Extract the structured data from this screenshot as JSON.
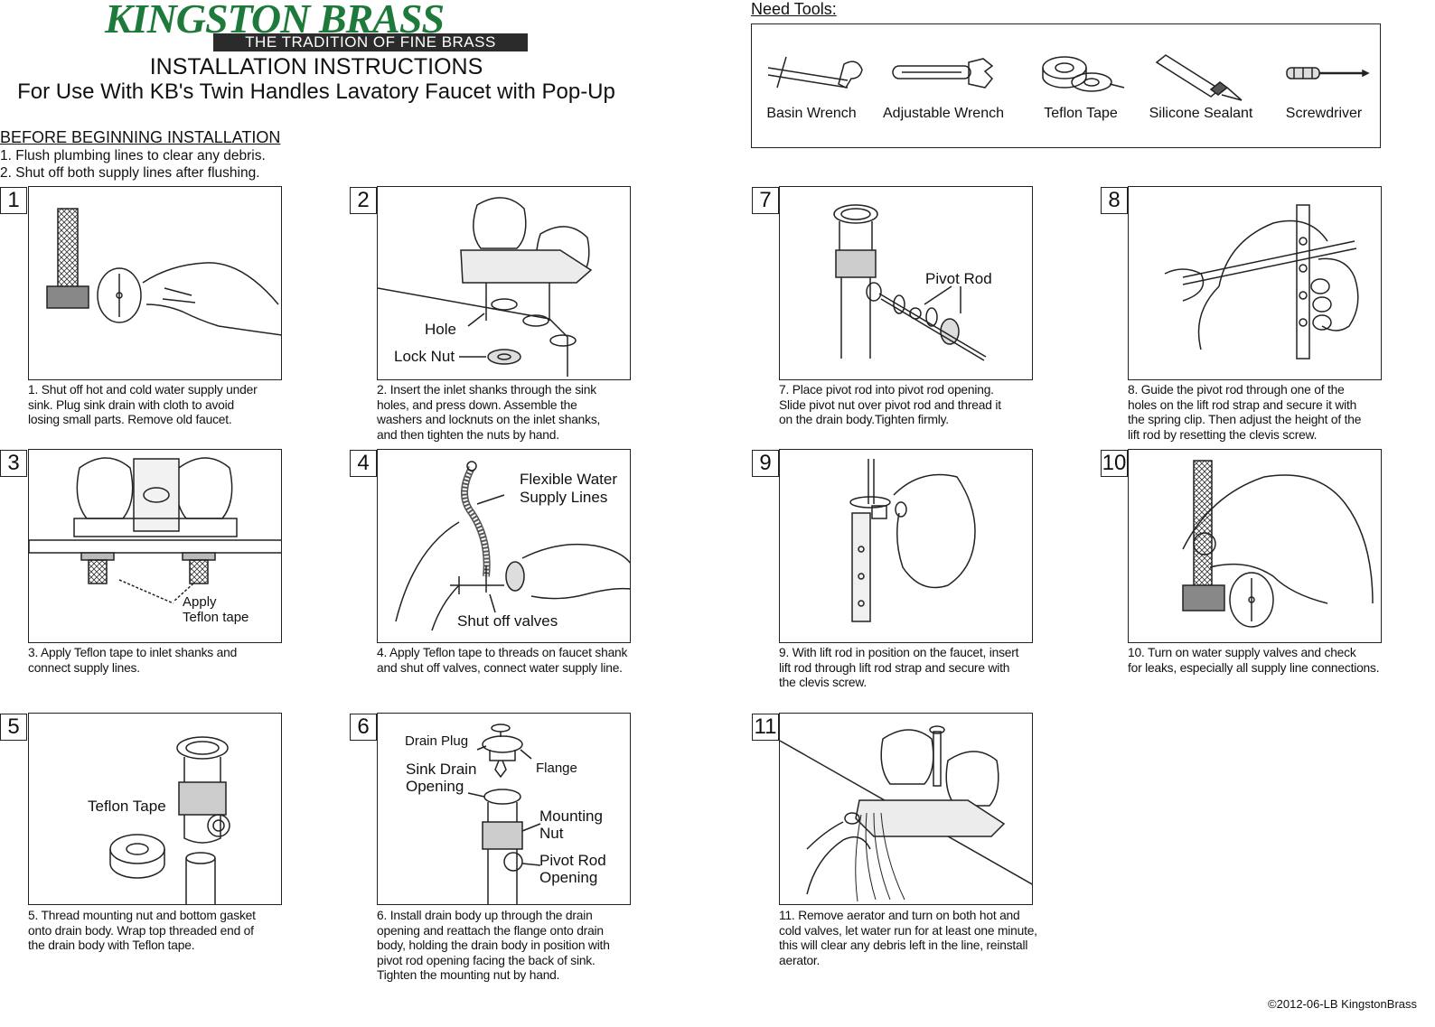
{
  "brand": {
    "name": "KINGSTON BRASS",
    "tagline": "THE TRADITION OF FINE BRASS"
  },
  "header": {
    "title": "INSTALLATION INSTRUCTIONS",
    "subtitle": "For Use With KB's Twin Handles Lavatory Faucet with Pop-Up"
  },
  "before": {
    "heading": "BEFORE BEGINNING INSTALLATION",
    "lines": [
      "1. Flush plumbing lines to clear any debris.",
      "2. Shut off both supply lines after flushing."
    ]
  },
  "tools": {
    "heading": "Need Tools:",
    "items": [
      {
        "label": "Basin Wrench",
        "icon": "basin-wrench-icon"
      },
      {
        "label": "Adjustable Wrench",
        "icon": "adjustable-wrench-icon"
      },
      {
        "label": "Teflon Tape",
        "icon": "teflon-tape-icon"
      },
      {
        "label": "Silicone Sealant",
        "icon": "silicone-sealant-icon"
      },
      {
        "label": "Screwdriver",
        "icon": "screwdriver-icon"
      }
    ]
  },
  "steps": {
    "s1": {
      "num": "1",
      "caption": [
        "1. Shut off hot and cold water supply under",
        "sink. Plug sink drain with cloth to avoid",
        "losing small parts. Remove old faucet."
      ]
    },
    "s2": {
      "num": "2",
      "caption": [
        "2. Insert the inlet shanks through the sink",
        "holes, and press down.  Assemble the",
        "washers and locknuts on the inlet shanks,",
        "and then tighten the nuts by hand."
      ],
      "labels": [
        "Hole",
        "Lock Nut"
      ]
    },
    "s3": {
      "num": "3",
      "caption": [
        "3. Apply Teflon tape to inlet shanks and",
        "connect supply lines."
      ],
      "labels": [
        "Apply",
        "Teflon tape"
      ]
    },
    "s4": {
      "num": "4",
      "caption": [
        "4. Apply Teflon tape to threads on faucet shank",
        "and shut off valves, connect water supply line."
      ],
      "labels": [
        "Flexible Water",
        "Supply Lines",
        "Shut off valves"
      ]
    },
    "s5": {
      "num": "5",
      "caption": [
        "5. Thread mounting nut and bottom gasket",
        "onto drain body.  Wrap top threaded end of",
        "the drain body with Teflon tape."
      ],
      "labels": [
        "Teflon Tape"
      ]
    },
    "s6": {
      "num": "6",
      "caption": [
        "6. Install drain body up through the drain",
        "opening and reattach the flange onto drain",
        "body, holding the drain body in position with",
        "pivot rod opening facing the back of sink.",
        "Tighten the mounting nut by hand."
      ],
      "labels": [
        "Drain Plug",
        "Flange",
        "Sink Drain",
        "Opening",
        "Mounting",
        "Nut",
        "Pivot Rod",
        "Opening"
      ]
    },
    "s7": {
      "num": "7",
      "caption": [
        "7. Place pivot rod into pivot rod opening.",
        "Slide pivot nut over  pivot rod and thread it",
        "on the drain body.Tighten firmly."
      ],
      "labels": [
        "Pivot Rod"
      ]
    },
    "s8": {
      "num": "8",
      "caption": [
        "8. Guide the pivot rod through one of the",
        "holes on the lift rod strap and secure it with",
        "the spring clip.  Then adjust the height of the",
        "lift rod by resetting the clevis screw."
      ]
    },
    "s9": {
      "num": "9",
      "caption": [
        "9. With lift rod in position on the faucet, insert",
        "lift rod through lift rod strap and secure with",
        "the clevis screw."
      ]
    },
    "s10": {
      "num": "10",
      "caption": [
        "10. Turn on water supply valves and check",
        "for leaks, especially all supply line connections."
      ]
    },
    "s11": {
      "num": "11",
      "caption": [
        "11. Remove aerator and turn on both hot and",
        "cold valves, let water run for at least one minute,",
        "this will clear any debris left in the line, reinstall",
        "aerator."
      ]
    }
  },
  "footer": {
    "copyright": "©2012-06-LB KingstonBrass"
  },
  "colors": {
    "brand_green": "#1e7a3a",
    "tag_bg": "#2b2b2b"
  }
}
